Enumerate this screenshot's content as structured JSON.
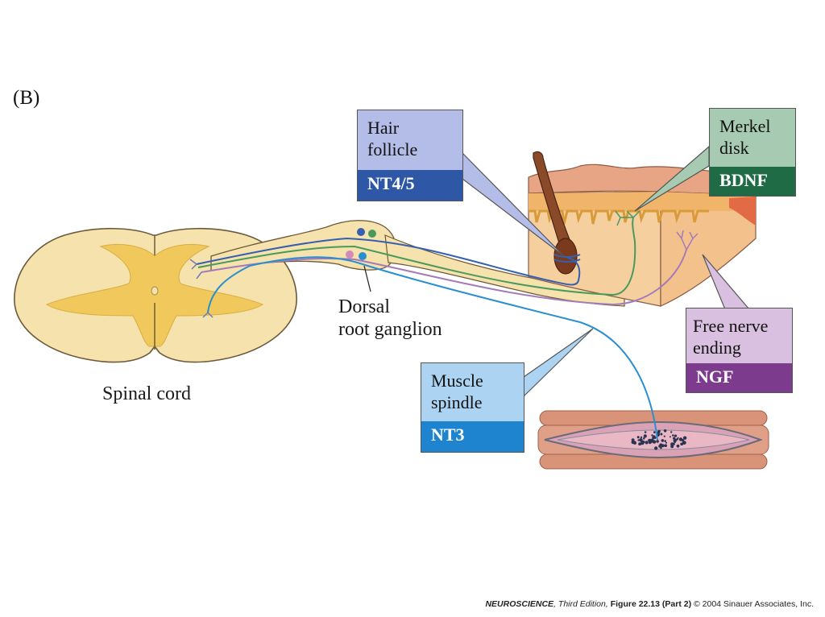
{
  "panel_letter": "(B)",
  "labels": {
    "spinal_cord": "Spinal cord",
    "ganglion_line1": "Dorsal",
    "ganglion_line2": "root ganglion"
  },
  "callouts": {
    "hair": {
      "line1": "Hair",
      "line2": "follicle",
      "factor": "NT4/5",
      "box_color": "#b3bde8",
      "factor_color": "#2e57a6"
    },
    "merkel": {
      "line1": "Merkel",
      "line2": "disk",
      "factor": "BDNF",
      "box_color": "#a7cbb2",
      "factor_color": "#1f6b46"
    },
    "free": {
      "line1": "Free nerve",
      "line2": "ending",
      "factor": "NGF",
      "box_color": "#d9c0e0",
      "factor_color": "#7d3b8e"
    },
    "muscle": {
      "line1": "Muscle",
      "line2": "spindle",
      "factor": "NT3",
      "box_color": "#acd4f2",
      "factor_color": "#1f84cf"
    }
  },
  "credit": {
    "book": "NEUROSCIENCE",
    "edition": ", Third Edition, ",
    "figure": "Figure 22.13 (Part 2)",
    "copyright": "  © 2004 Sinauer Associates, Inc."
  }
}
